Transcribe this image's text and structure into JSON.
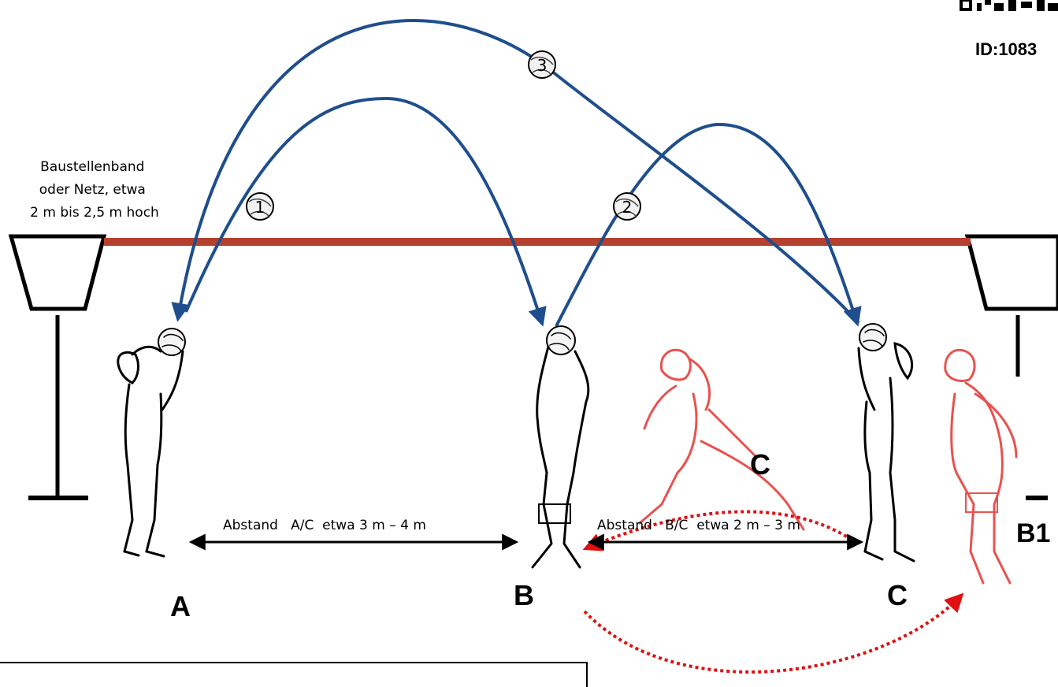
{
  "header": {
    "id_label": "ID:1083"
  },
  "net_label": [
    "Baustellenband",
    "oder Netz, etwa",
    "2 m bis 2,5 m hoch"
  ],
  "passes": {
    "pass1": "1",
    "pass2": "2",
    "pass3": "3"
  },
  "players": {
    "a": "A",
    "b": "B",
    "c": "C",
    "c_moving": "C",
    "b1": "B1"
  },
  "distances": {
    "ac": "Abstand   A/C  etwa 3 m – 4 m",
    "bc": "Abstand   B/C  etwa 2 m – 3 m"
  },
  "colors": {
    "net_band": "#b5402e",
    "pass_arc": "#1f4e8c",
    "run_path": "#e01010",
    "ghost_player": "#e8524f"
  }
}
